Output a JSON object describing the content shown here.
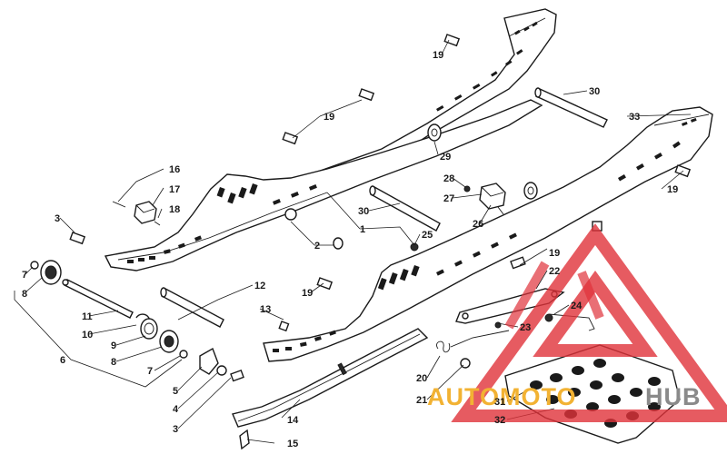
{
  "diagram": {
    "callouts": [
      {
        "id": "c19a",
        "text": "19"
      },
      {
        "id": "c30a",
        "text": "30"
      },
      {
        "id": "c19b",
        "text": "19"
      },
      {
        "id": "c33",
        "text": "33"
      },
      {
        "id": "c16",
        "text": "16"
      },
      {
        "id": "c17",
        "text": "17"
      },
      {
        "id": "c18",
        "text": "18"
      },
      {
        "id": "c29",
        "text": "29"
      },
      {
        "id": "c28",
        "text": "28"
      },
      {
        "id": "c27",
        "text": "27"
      },
      {
        "id": "c19c",
        "text": "19"
      },
      {
        "id": "c30b",
        "text": "30"
      },
      {
        "id": "c26",
        "text": "26"
      },
      {
        "id": "c3a",
        "text": "3"
      },
      {
        "id": "c2",
        "text": "2"
      },
      {
        "id": "c1",
        "text": "1"
      },
      {
        "id": "c25",
        "text": "25"
      },
      {
        "id": "c19d",
        "text": "19"
      },
      {
        "id": "c7a",
        "text": "7"
      },
      {
        "id": "c8a",
        "text": "8"
      },
      {
        "id": "c22",
        "text": "22"
      },
      {
        "id": "c12",
        "text": "12"
      },
      {
        "id": "c19e",
        "text": "19"
      },
      {
        "id": "c13",
        "text": "13"
      },
      {
        "id": "c24",
        "text": "24"
      },
      {
        "id": "c11",
        "text": "11"
      },
      {
        "id": "c23",
        "text": "23"
      },
      {
        "id": "c10",
        "text": "10"
      },
      {
        "id": "c9",
        "text": "9"
      },
      {
        "id": "c6",
        "text": "6"
      },
      {
        "id": "c8b",
        "text": "8"
      },
      {
        "id": "c7b",
        "text": "7"
      },
      {
        "id": "c20",
        "text": "20"
      },
      {
        "id": "c5",
        "text": "5"
      },
      {
        "id": "c21",
        "text": "21"
      },
      {
        "id": "c31",
        "text": "31"
      },
      {
        "id": "c4",
        "text": "4"
      },
      {
        "id": "c32",
        "text": "32"
      },
      {
        "id": "c14",
        "text": "14"
      },
      {
        "id": "c3b",
        "text": "3"
      },
      {
        "id": "c15",
        "text": "15"
      }
    ]
  },
  "watermark": {
    "brand_left": "AUTOMOTO",
    "brand_right": "HUB",
    "color_red": "#e0323a",
    "color_gold": "#f2b233",
    "color_gray": "#8a8a8a"
  }
}
